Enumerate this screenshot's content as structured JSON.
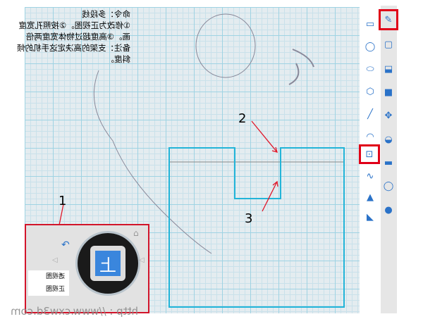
{
  "instructions": {
    "lines": [
      "命令：多段线",
      "①修改为正视图。②按照孔宽度",
      "画。③高度超过物体宽度两倍",
      "备注：支架的高决定这手机的倾",
      "斜度。"
    ]
  },
  "callouts": [
    "1",
    "2",
    "3"
  ],
  "view_menu": {
    "items": [
      "透视图",
      "正视图"
    ]
  },
  "view_cube": {
    "face_label": "上"
  },
  "watermark": "http : //www.cxw3d.com",
  "toolbar_left": {
    "icons": [
      "rectangle-icon",
      "circle-icon",
      "ellipse-icon",
      "polygon-icon",
      "line-icon",
      "arc-icon",
      "polyline-icon",
      "spline-icon",
      "text-icon",
      "project-icon"
    ],
    "selected": "polyline-icon"
  },
  "toolbar_right": {
    "icons": [
      "sketch-icon",
      "plane-icon",
      "extrude-icon",
      "box-icon",
      "transform-icon",
      "combine-icon",
      "measure-icon",
      "sphere-outline-icon",
      "material-icon"
    ],
    "selected": "sketch-icon"
  },
  "colors": {
    "highlight": "#e00018",
    "shape": "#22b4d8",
    "accent": "#2a72c8"
  }
}
